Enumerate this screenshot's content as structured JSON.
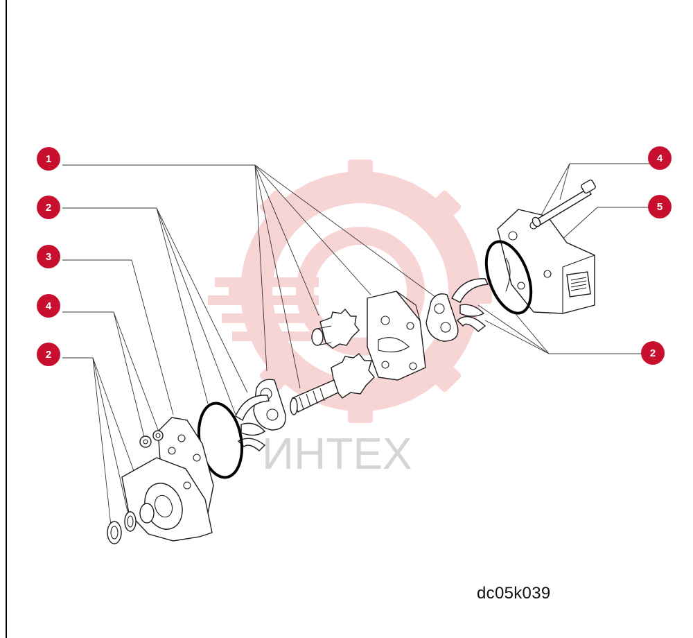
{
  "diagram": {
    "figure_code": "dc05k039",
    "watermark_text": "ИНТЕХ",
    "colors": {
      "callout": "#c8102e",
      "watermark": "#f2b8b8",
      "line": "#1a1a1a"
    },
    "callouts": [
      {
        "id": "callout-1-left",
        "label": "1"
      },
      {
        "id": "callout-2-left-top",
        "label": "2"
      },
      {
        "id": "callout-3-left",
        "label": "3"
      },
      {
        "id": "callout-4-left",
        "label": "4"
      },
      {
        "id": "callout-2-left-bottom",
        "label": "2"
      },
      {
        "id": "callout-4-right",
        "label": "4"
      },
      {
        "id": "callout-5-right",
        "label": "5"
      },
      {
        "id": "callout-2-right",
        "label": "2"
      }
    ]
  }
}
